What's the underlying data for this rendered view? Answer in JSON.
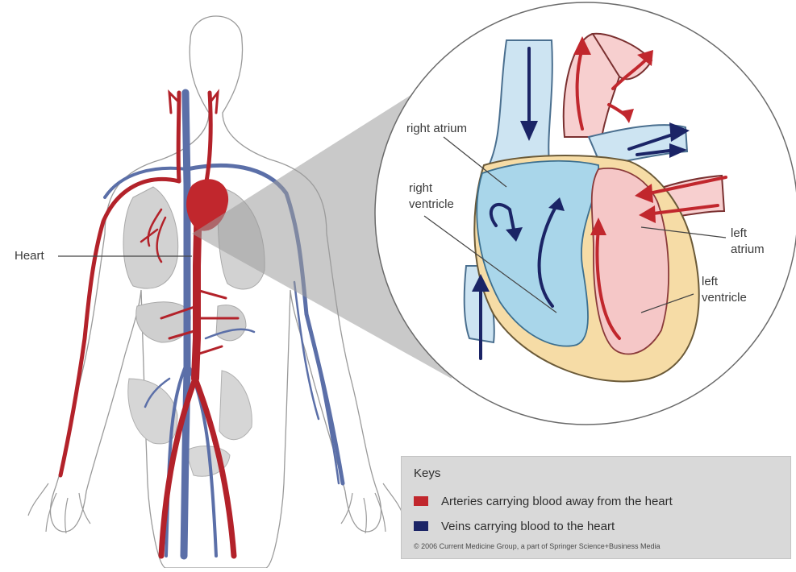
{
  "labels": {
    "heart": "Heart",
    "right_atrium": "right atrium",
    "right_ventricle_1": "right",
    "right_ventricle_2": "ventricle",
    "left_atrium_1": "left",
    "left_atrium_2": "atrium",
    "left_ventricle_1": "left",
    "left_ventricle_2": "ventricle"
  },
  "keys": {
    "title": "Keys",
    "arteries": "Arteries carrying blood away from the heart",
    "veins": "Veins carrying blood to the heart",
    "copyright": "© 2006 Current Medicine Group, a part of Springer Science+Business Media"
  },
  "colors": {
    "artery": "#c1272d",
    "vein": "#1b2466",
    "vein_vessel": "#5b6fa8",
    "right_heart_fill": "#a9d6ea",
    "left_heart_fill": "#f5c7c7",
    "myocardium": "#f6dca6",
    "organ_grey": "#c9c9c9"
  },
  "icons": {
    "flow_arrows_blue": "arrow-icon",
    "flow_arrows_red": "arrow-icon"
  }
}
